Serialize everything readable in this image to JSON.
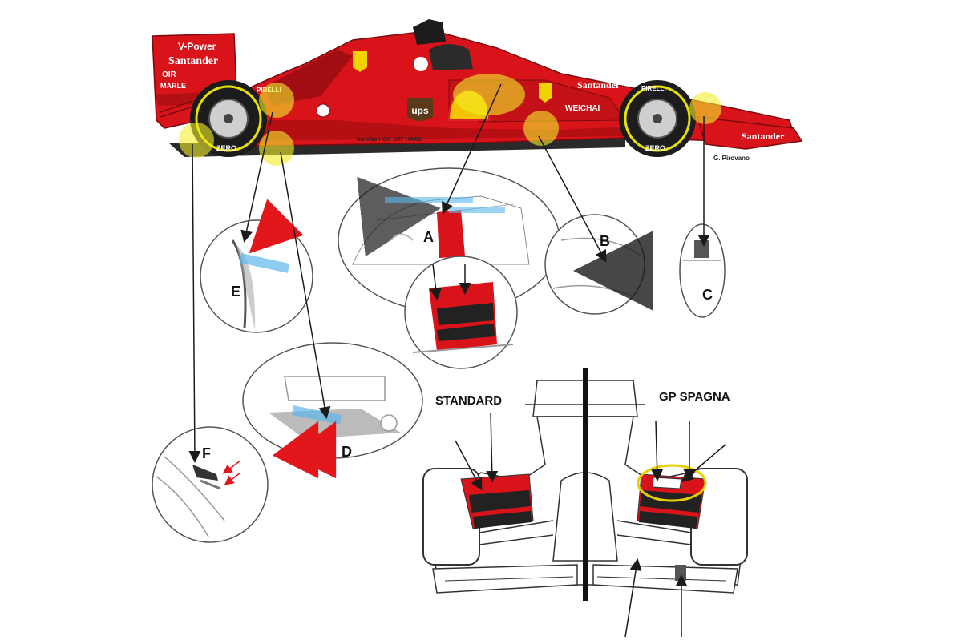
{
  "labels": {
    "a": "A",
    "b": "B",
    "c": "C",
    "d": "D",
    "e": "E",
    "f": "F",
    "standard": "STANDARD",
    "gp_spagna": "GP SPAGNA"
  },
  "credit": "G. Pirovano",
  "sponsors": {
    "vpower": "V-Power",
    "santander_rear": "Santander",
    "oir": "OIR",
    "marlboro": "MARLE",
    "pirelli": "PIRELLI",
    "ups": "ups",
    "weichai": "WEICHAI",
    "santander_side": "Santander",
    "santander_nose": "Santander",
    "tyre_brand": "ZERO",
    "haas_strip": "brembo  HGK  SKF  HAAS"
  },
  "colors": {
    "car_red": "#d8141a",
    "dark_red": "#9e0b10",
    "highlight": "#f2ee2a",
    "arrow_red": "#e3161c",
    "airflow": "#5cb8ec",
    "line": "#1a1a1a"
  }
}
